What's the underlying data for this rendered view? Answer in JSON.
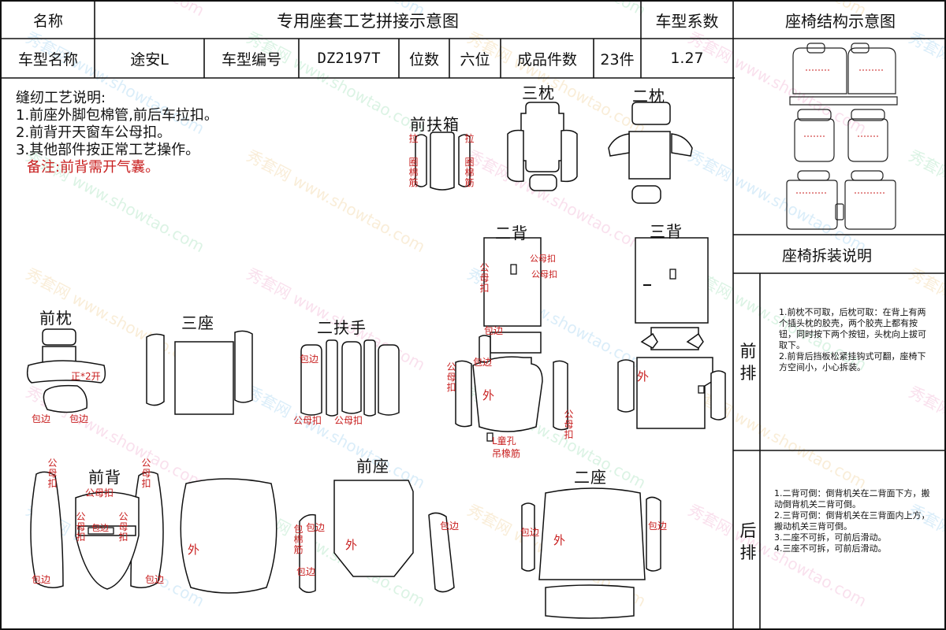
{
  "header": {
    "name_label": "名称",
    "title": "专用座套工艺拼接示意图",
    "coef_label": "车型系数",
    "struct_title": "座椅结构示意图",
    "model_name_label": "车型名称",
    "model_name": "途安L",
    "model_code_label": "车型编号",
    "model_code": "DZ2197T",
    "seats_label": "位数",
    "seats": "六位",
    "pieces_label": "成品件数",
    "pieces": "23件",
    "coef": "1.27"
  },
  "notes": {
    "title": "缝纫工艺说明:",
    "items": [
      "1.前座外脚包棉管,前后车拉扣。",
      "2.前背开天窗车公母扣。",
      "3.其他部件按正常工艺操作。"
    ],
    "remark": "备注:前背需开气囊。"
  },
  "side": {
    "disassembly_title": "座椅拆装说明",
    "front_label": "前排",
    "front_text": "1.前枕不可取，后枕可取：在背上有两个插头枕的胶壳，两个胶壳上都有按钮，同时按下两个按钮，头枕向上拔可取下。\n2.前背后挡板松紧挂钩式可翻，座椅下方空间小，小心拆装。",
    "rear_label": "后排",
    "rear_text": "1.二背可倒：倒背机关在二背面下方，搬动倒背机关二背可倒。\n2.三背可倒：倒背机关在三背面内上方，搬动机关三背可倒。\n3.二座不可拆，可前后滑动。\n4.三座不可拆，可前后滑动。"
  },
  "groups": {
    "front_armrest_box": "前扶箱",
    "third_headrest": "三枕",
    "second_headrest": "二枕",
    "second_back": "二背",
    "third_back": "三背",
    "front_headrest": "前枕",
    "third_seat": "三座",
    "second_armrest": "二扶手",
    "front_back": "前背",
    "front_seat": "前座",
    "second_seat": "二座"
  },
  "marks": {
    "la": "拉",
    "hole_rib": "圈棉筋",
    "male_female": "公母扣",
    "mf_vertical": "公母扣",
    "edge": "包边",
    "outer": "外",
    "front_2_open": "正*2开",
    "child_hole": "L童孔",
    "hang_rubber": "吊橡筋",
    "edge_rib": "包棉筋"
  },
  "watermarks": [
    "秀套网 www.showtao.com"
  ],
  "colors": {
    "ink": "#111111",
    "red_note": "#c81e1e",
    "wm1": "#e05aa0",
    "wm2": "#3aa0e0",
    "wm3": "#40c070",
    "wm4": "#e0a030"
  }
}
